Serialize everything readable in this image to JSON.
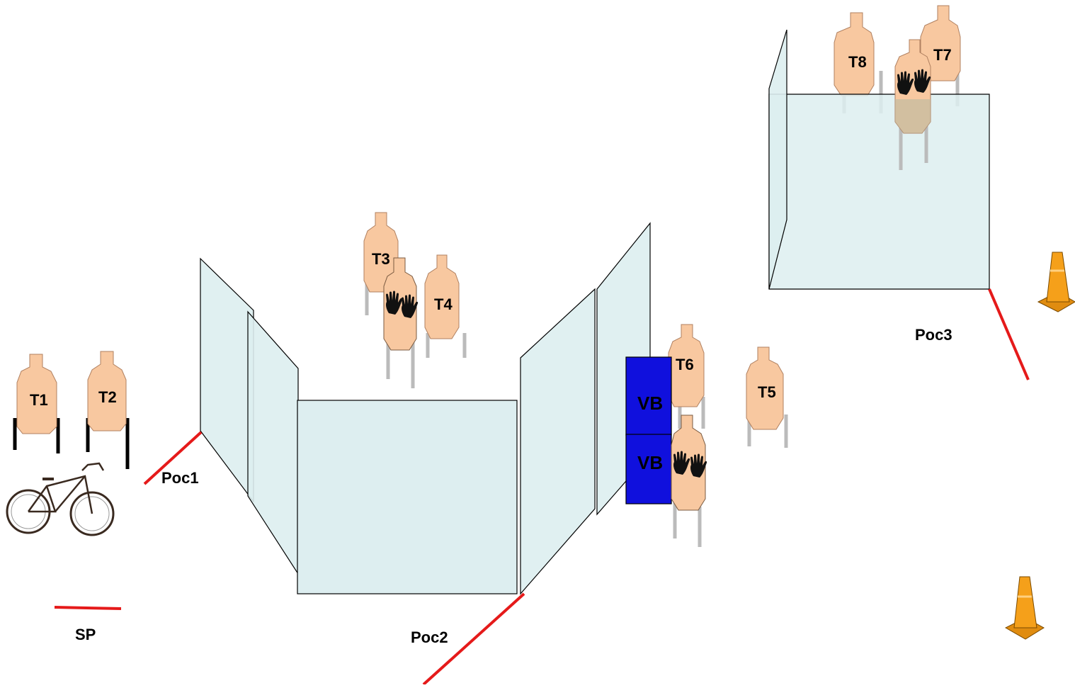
{
  "targets": {
    "t1": "T1",
    "t2": "T2",
    "t3": "T3",
    "t4": "T4",
    "t5": "T5",
    "t6": "T6",
    "t7": "T7",
    "t8": "T8"
  },
  "barrels": {
    "top": "VB",
    "bottom": "VB"
  },
  "positions": {
    "sp": "SP",
    "poc1": "Poc1",
    "poc2": "Poc2",
    "poc3": "Poc3"
  },
  "colors": {
    "target_fill": "#f8c8a0",
    "target_stroke": "#b08060",
    "wall_fill": "#ddeef0",
    "barrel": "#1010dd",
    "fault_line": "#e51a1a",
    "cone": "#f5a01a",
    "leg": "#bbbbbb"
  },
  "icons": [
    "no-shoot-hands-icon",
    "bicycle-icon",
    "traffic-cone-icon"
  ]
}
